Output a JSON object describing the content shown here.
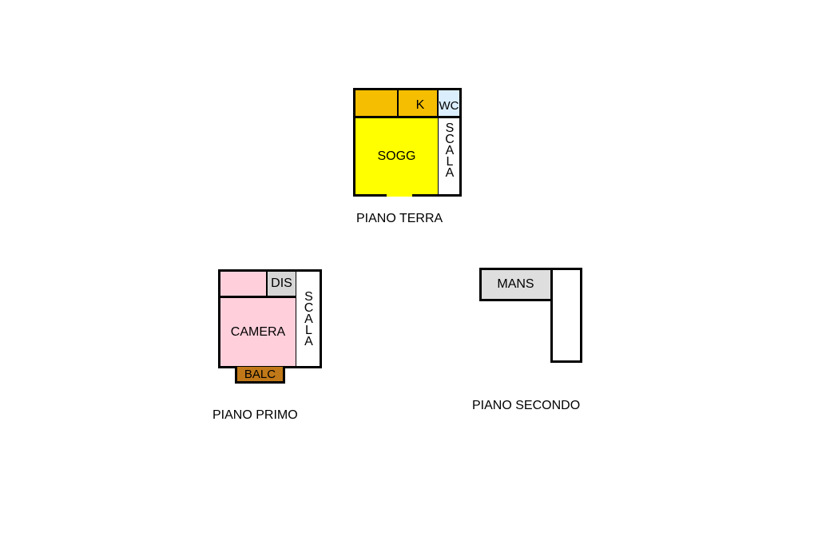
{
  "colors": {
    "wall": "#000000",
    "sogg": "#ffff00",
    "kitchen": "#f5be00",
    "wc": "#dbeefd",
    "camera": "#ffd0dc",
    "dis": "#d6d6d6",
    "balc": "#c07818",
    "mans": "#dedede",
    "stairs": "#ffffff"
  },
  "piano_terra": {
    "caption": "PIANO TERRA",
    "rooms": {
      "sogg": "SOGG",
      "k": "K",
      "wc": "WC",
      "scala": [
        "S",
        "C",
        "A",
        "L",
        "A"
      ]
    }
  },
  "piano_primo": {
    "caption": "PIANO PRIMO",
    "rooms": {
      "camera": "CAMERA",
      "dis": "DIS",
      "balc": "BALC",
      "scala": [
        "S",
        "C",
        "A",
        "L",
        "A"
      ]
    }
  },
  "piano_secondo": {
    "caption": "PIANO SECONDO",
    "rooms": {
      "mans": "MANS"
    }
  }
}
